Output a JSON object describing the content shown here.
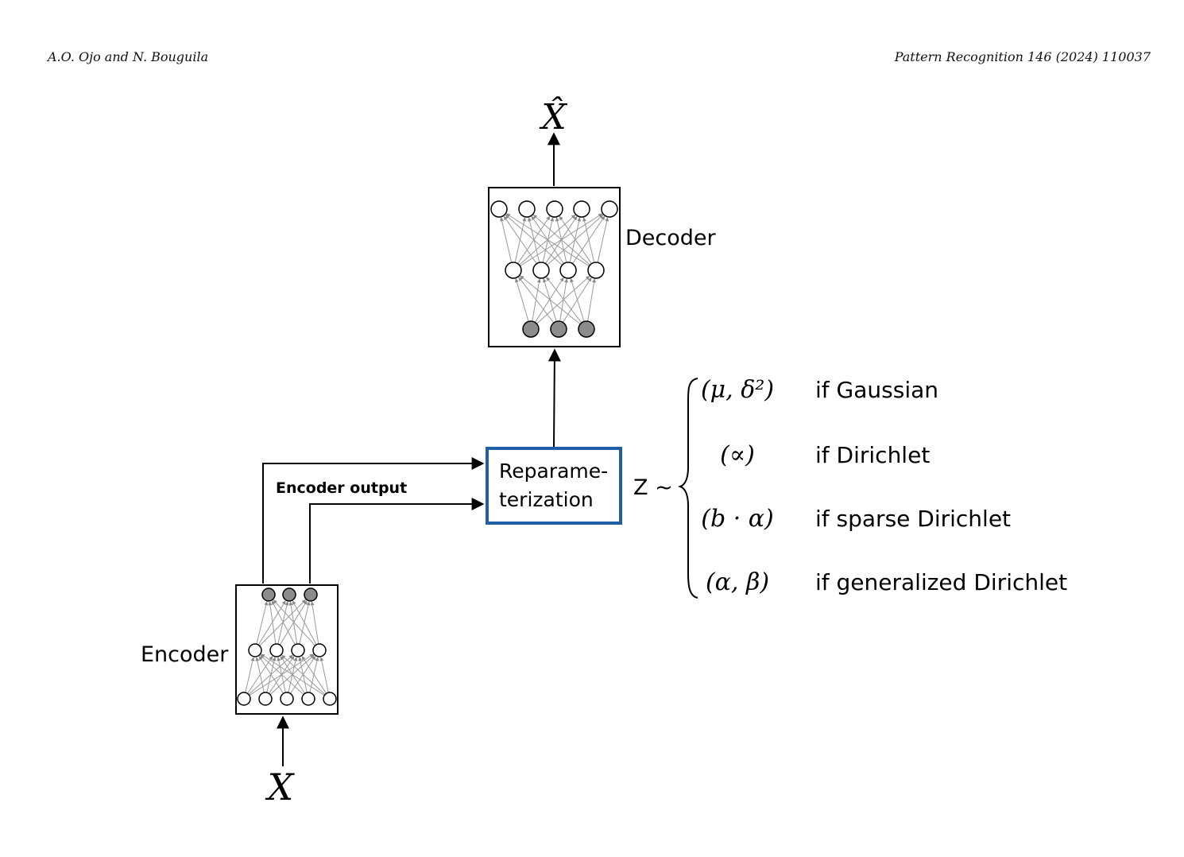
{
  "header": {
    "authors": "A.O. Ojo and N. Bouguila",
    "journal": "Pattern Recognition 146 (2024) 110037"
  },
  "figure": {
    "output_symbol": "X̂",
    "input_symbol": "X",
    "decoder_label": "Decoder",
    "encoder_label": "Encoder",
    "encoder_output_label": "Encoder output",
    "reparam_line1": "Reparame-",
    "reparam_line2": "terization",
    "z_label": "Z ~",
    "cases": [
      {
        "param": "(μ, δ²)",
        "condition": "if Gaussian"
      },
      {
        "param": "(∝)",
        "condition": "if Dirichlet"
      },
      {
        "param": "(b · α)",
        "condition": "if sparse Dirichlet"
      },
      {
        "param": "(α, β)",
        "condition": "if generalized Dirichlet"
      }
    ]
  },
  "colors": {
    "box_border": "#000000",
    "reparam_border": "#1f5fa8",
    "filled_node": "#8c8c8c",
    "edge": "#999999"
  }
}
